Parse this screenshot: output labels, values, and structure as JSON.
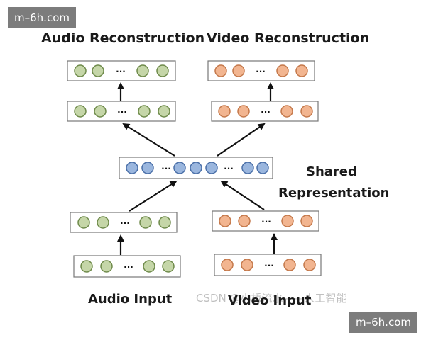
{
  "diagram": {
    "titles": {
      "audio_reconstruction": "Audio Reconstruction",
      "video_reconstruction": "Video Reconstruction",
      "shared_line1": "Shared",
      "shared_line2": "Representation",
      "audio_input": "Audio Input",
      "video_input": "Video Input"
    },
    "ellipsis": "...",
    "colors": {
      "audio_fill": "#c5d6a8",
      "audio_stroke": "#6e8a4a",
      "video_fill": "#f2b590",
      "video_stroke": "#c4784a",
      "shared_fill": "#9ab6de",
      "shared_stroke": "#4a6fa8",
      "box_stroke": "#777777"
    }
  },
  "watermarks": {
    "top": "m–6h.com",
    "bottom": "m–6h.com",
    "csdn": "CSDN @小桥流水——人工智能"
  }
}
